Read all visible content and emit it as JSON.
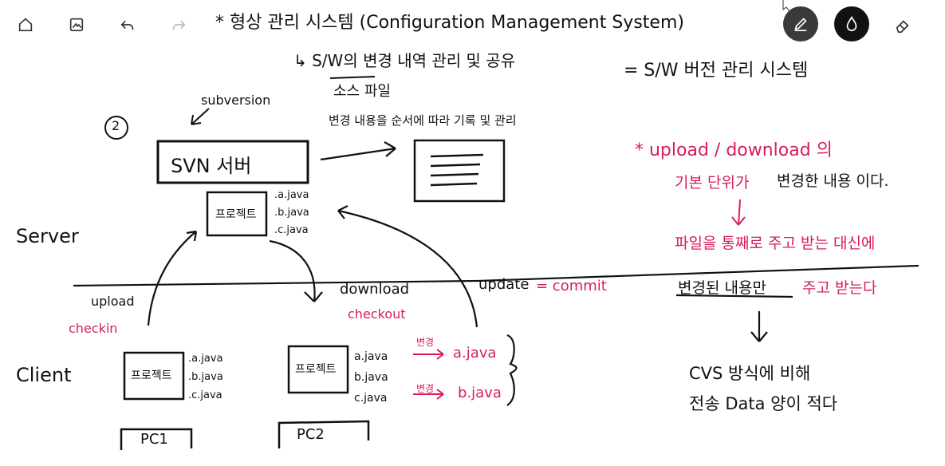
{
  "toolbar": {
    "left_icons": [
      "home-icon",
      "image-icon",
      "undo-icon",
      "redo-icon"
    ],
    "right_icons": [
      "pen-icon",
      "highlighter-icon",
      "eraser-icon"
    ]
  },
  "colors": {
    "ink": "#111111",
    "accent": "#d81b60",
    "pen_bg": "#3a3a3a",
    "highlighter_bg": "#111111"
  },
  "notes": {
    "title": "* 형상 관리 시스템 (Configuration Management System)",
    "subtitle_main": "↳ S/W의 변경 내역 관리 및 공유",
    "subtitle_under": "소스 파일",
    "equals": "= S/W 버전 관리 시스템",
    "circle_num": "2",
    "subversion": "subversion",
    "svn_server": "SVN 서버",
    "repo_label": "프로젝트",
    "server_files": [
      ".a.java",
      ".b.java",
      ".c.java"
    ],
    "history_label": "변경 내용을 순서에 따라 기록 및 관리",
    "server": "Server",
    "client": "Client",
    "upload": "upload",
    "checkin": "checkin",
    "download": "download",
    "checkout": "checkout",
    "update": "update",
    "commit": "= commit",
    "client1_repo": "프로젝트",
    "client1_files": [
      ".a.java",
      ".b.java",
      ".c.java"
    ],
    "pc1": "PC1",
    "client2_repo": "프로젝트",
    "client2_files": [
      "a.java",
      "b.java",
      "c.java"
    ],
    "pc2": "PC2",
    "change_tag": "변경",
    "changed_a": "a.java",
    "changed_b": "b.java",
    "right_star": "* upload / download 의",
    "right_line2_pink": "기본 단위가",
    "right_line2_black": "변경한 내용 이다.",
    "right_line3": "파일을 통째로 주고 받는 대신에",
    "right_line4_black": "변경된 내용만",
    "right_line4_pink": "주고 받는다",
    "cvs_line1": "CVS 방식에 비해",
    "cvs_line2": "전송 Data 양이 적다"
  }
}
